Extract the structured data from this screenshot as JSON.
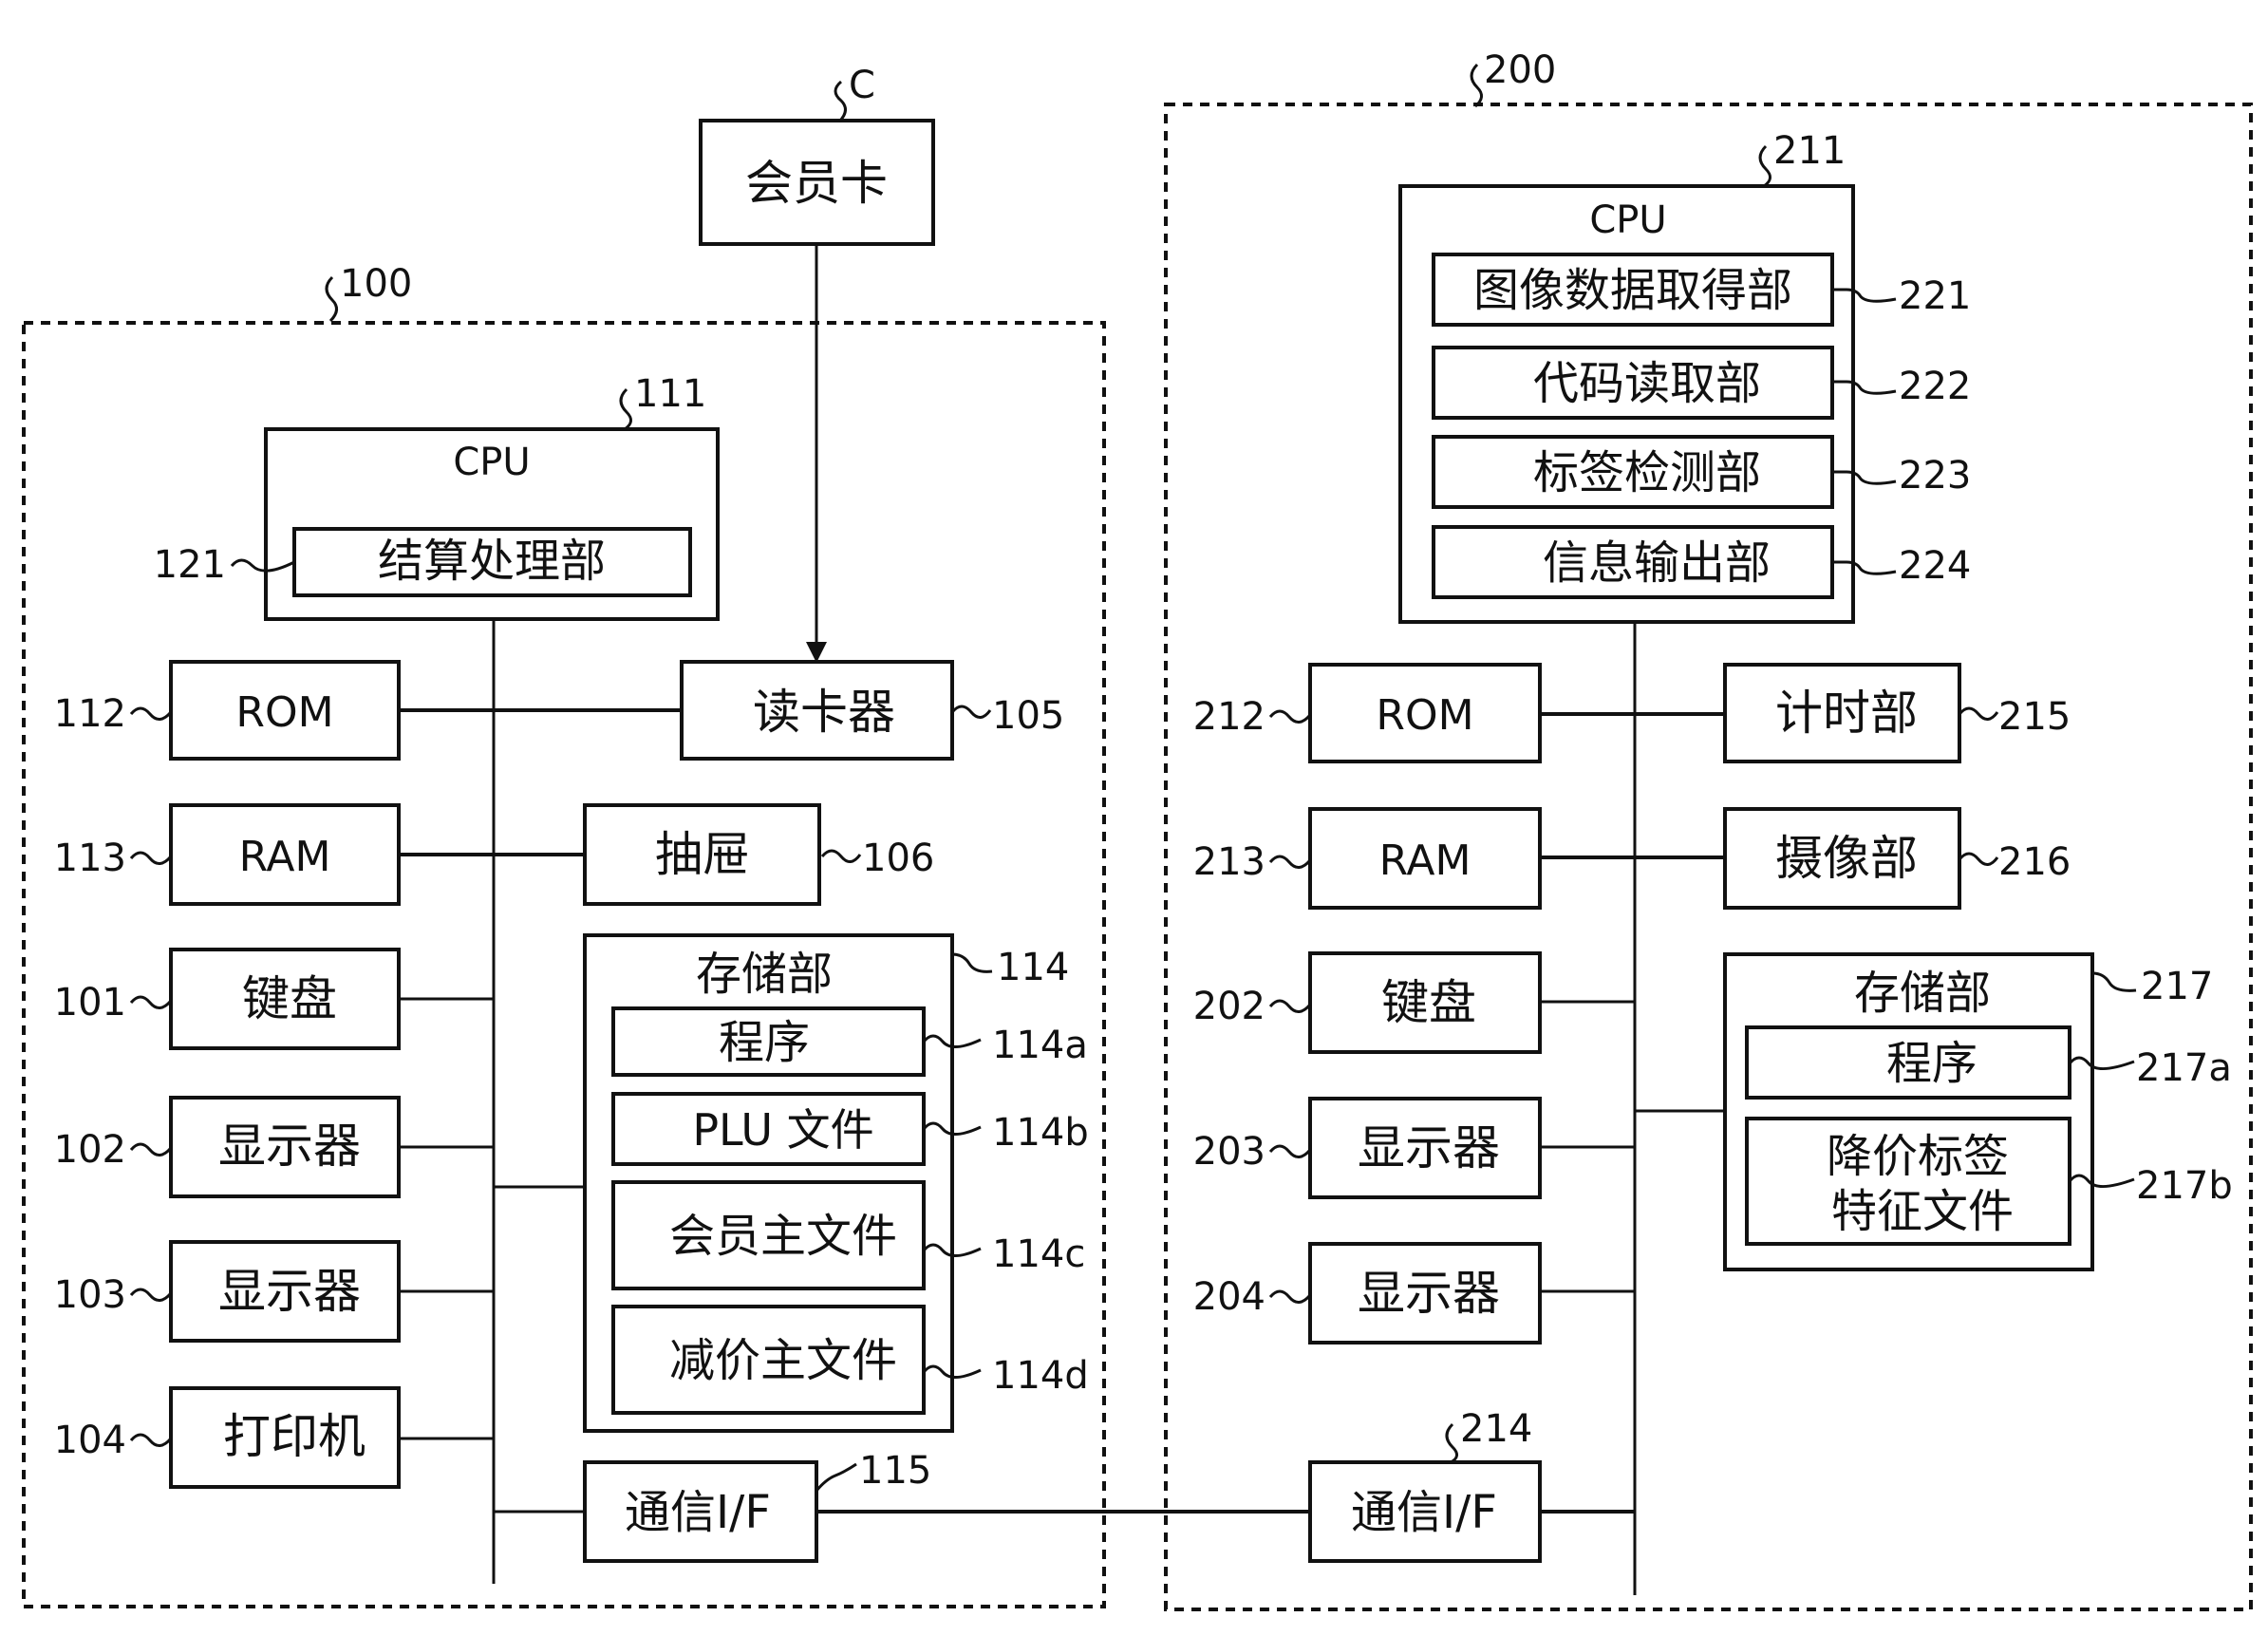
{
  "card": {
    "ref": "C",
    "label": "会员卡"
  },
  "pos": {
    "ref": "100",
    "cpu": {
      "ref": "111",
      "title": "CPU",
      "unit_ref": "121",
      "unit_label": "结算处理部"
    },
    "rom": {
      "ref": "112",
      "label": "ROM"
    },
    "ram": {
      "ref": "113",
      "label": "RAM"
    },
    "keyboard": {
      "ref": "101",
      "label": "键盘"
    },
    "display1": {
      "ref": "102",
      "label": "显示器"
    },
    "display2": {
      "ref": "103",
      "label": "显示器"
    },
    "printer": {
      "ref": "104",
      "label": "打印机"
    },
    "card_reader": {
      "ref": "105",
      "label": "读卡器"
    },
    "drawer": {
      "ref": "106",
      "label": "抽屉"
    },
    "storage": {
      "ref": "114",
      "title": "存储部",
      "program": {
        "ref": "114a",
        "label": "程序"
      },
      "plu": {
        "ref": "114b",
        "label": "PLU 文件"
      },
      "member": {
        "ref": "114c",
        "label": "会员主文件"
      },
      "discount": {
        "ref": "114d",
        "label": "减价主文件"
      }
    },
    "comm": {
      "ref": "115",
      "label": "通信I/F"
    }
  },
  "server": {
    "ref": "200",
    "cpu": {
      "ref": "211",
      "title": "CPU",
      "units": [
        {
          "ref": "221",
          "label": "图像数据取得部"
        },
        {
          "ref": "222",
          "label": "代码读取部"
        },
        {
          "ref": "223",
          "label": "标签检测部"
        },
        {
          "ref": "224",
          "label": "信息输出部"
        }
      ]
    },
    "rom": {
      "ref": "212",
      "label": "ROM"
    },
    "ram": {
      "ref": "213",
      "label": "RAM"
    },
    "keyboard": {
      "ref": "202",
      "label": "键盘"
    },
    "display1": {
      "ref": "203",
      "label": "显示器"
    },
    "display2": {
      "ref": "204",
      "label": "显示器"
    },
    "timer": {
      "ref": "215",
      "label": "计时部"
    },
    "camera": {
      "ref": "216",
      "label": "摄像部"
    },
    "storage": {
      "ref": "217",
      "title": "存储部",
      "program": {
        "ref": "217a",
        "label": "程序"
      },
      "feature": {
        "ref": "217b",
        "line1": "降价标签",
        "line2": "特征文件"
      }
    },
    "comm": {
      "ref": "214",
      "label": "通信I/F"
    }
  }
}
